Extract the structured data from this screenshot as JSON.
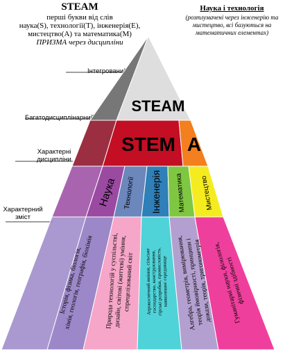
{
  "top_left": {
    "title": "STEAM",
    "lines": [
      "перші букви від слів",
      "наука(S), технології(T), інженерія(E),",
      "мистецтво(A) та математика(M)",
      "ПРИЗМА через дисципліни"
    ]
  },
  "top_right": {
    "title": "Наука і технологія",
    "note": "(розтлумачені через інженерію та мистецтво, всі базуються на математичних елементах)"
  },
  "levels": {
    "integrated": "Інтегрований",
    "multidisciplinary": "Багатодисциплінарний",
    "disciplines": [
      "Характерні",
      "дисципліни"
    ],
    "content": [
      "Характерний",
      "зміст"
    ]
  },
  "pyramid": {
    "steam": "STEAM",
    "stem": "STEM",
    "a": "A",
    "disciplines": [
      "Наука",
      "Технології",
      "Інженерія",
      "Математика",
      "Мистецтво"
    ],
    "content": [
      [
        "Історія, фізика, біологія,",
        "хімія, геологія, географія, біохімія"
      ],
      [
        "Природа технологій у суспільстві,",
        "дизайн, світові (життєві) уміння,",
        "спрецелізований світ"
      ],
      [
        "Аерокосмічний вміння, сільське",
        "господарство, конструювання,",
        "гірські розробки, промисловість,",
        "навколишнє середовище"
      ],
      [
        "Алгебра, геометрія, вимірювання,",
        "теорія ймовірності, принципи і",
        "докази, теорія, тригонометрія"
      ],
      [
        "Гуманітарні науки, філологія,",
        "фізичні здібності"
      ]
    ]
  },
  "colors": {
    "steam_face": "#dedede",
    "steam_side": "#777777",
    "stem_face": "#c30e23",
    "stem_side": "#8a0b20",
    "a_face": "#f47f1e",
    "a_side": "#d86a14",
    "nauka": "#9b4aa2",
    "tech": "#6b87bc",
    "eng": "#2f7fb8",
    "math": "#7fc742",
    "art": "#f5ec1f",
    "content": [
      "#9c88c8",
      "#f6a6c8",
      "#4fd3d8",
      "#b4a0d0",
      "#ef3f9c"
    ]
  }
}
